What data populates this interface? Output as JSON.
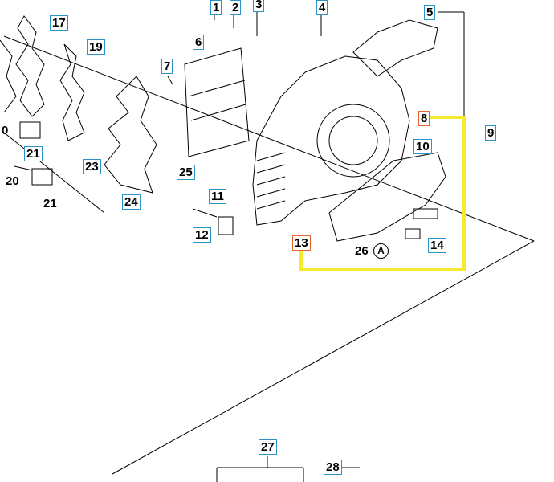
{
  "parts": {
    "p1": "1",
    "p2": "2",
    "p3": "3",
    "p4": "4",
    "p5": "5",
    "p6": "6",
    "p7": "7",
    "p8": "8",
    "p9": "9",
    "p10": "10",
    "p11": "11",
    "p12": "12",
    "p13": "13",
    "p14": "14",
    "p17": "17",
    "p19": "19",
    "p20": "20",
    "p21a": "21",
    "p21b": "21",
    "p23": "23",
    "p24": "24",
    "p25": "25",
    "p26": "26",
    "p27": "27",
    "p28": "28",
    "p0": "0",
    "callout_a": "A"
  },
  "colors": {
    "label_box_border": "#2c93c8",
    "highlight_box_border": "#e8642c",
    "highlight_path": "#f5ea2e",
    "line": "#000000"
  }
}
